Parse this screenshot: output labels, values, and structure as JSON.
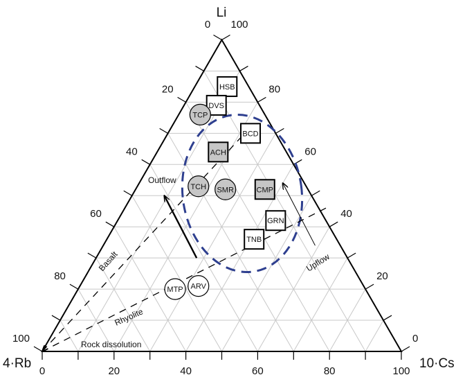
{
  "chart_data": {
    "type": "ternary-scatter",
    "axes": {
      "top": {
        "label": "Li",
        "ticks": [
          "0",
          "20",
          "40",
          "60",
          "80",
          "100"
        ]
      },
      "left": {
        "label": "4·Rb",
        "ticks": [
          "20",
          "40",
          "60",
          "80",
          "100"
        ]
      },
      "right": {
        "label": "10·Cs",
        "ticks": [
          "100",
          "80",
          "60",
          "40",
          "20",
          "0"
        ]
      },
      "bottom_ticks": [
        "0",
        "20",
        "40",
        "60",
        "80",
        "100"
      ]
    },
    "apex_ticks": {
      "left": "0",
      "right": "100"
    },
    "grid": true,
    "grid_step": 10,
    "points": [
      {
        "label": "HSB",
        "li": 85,
        "cs": 9,
        "shape": "square",
        "fill": "#ffffff"
      },
      {
        "label": "DVS",
        "li": 79,
        "cs": 9,
        "shape": "square",
        "fill": "#ffffff"
      },
      {
        "label": "TCP",
        "li": 76,
        "cs": 6,
        "shape": "circle",
        "fill": "#c6c6c6"
      },
      {
        "label": "BCD",
        "li": 70,
        "cs": 23,
        "shape": "square",
        "fill": "#ffffff"
      },
      {
        "label": "ACH",
        "li": 64,
        "cs": 17,
        "shape": "square",
        "fill": "#c6c6c6"
      },
      {
        "label": "TCH",
        "li": 53,
        "cs": 17,
        "shape": "circle",
        "fill": "#c6c6c6"
      },
      {
        "label": "SMR",
        "li": 52,
        "cs": 25,
        "shape": "circle",
        "fill": "#c6c6c6"
      },
      {
        "label": "CMP",
        "li": 52,
        "cs": 36,
        "shape": "square",
        "fill": "#c6c6c6"
      },
      {
        "label": "GRN",
        "li": 42,
        "cs": 44,
        "shape": "square",
        "fill": "#ffffff"
      },
      {
        "label": "TNB",
        "li": 36,
        "cs": 41,
        "shape": "square",
        "fill": "#ffffff"
      },
      {
        "label": "MTP",
        "li": 20,
        "cs": 27,
        "shape": "circle",
        "fill": "#ffffff"
      },
      {
        "label": "ARV",
        "li": 21,
        "cs": 33,
        "shape": "circle",
        "fill": "#ffffff"
      }
    ],
    "trend_lines": [
      {
        "label": "Basalt",
        "from": {
          "li": 72,
          "cs": 22
        },
        "to": {
          "li": 0,
          "cs": 0
        },
        "style": "dashed"
      },
      {
        "label": "Rhyolite",
        "from": {
          "li": 46,
          "cs": 56
        },
        "to": {
          "li": 0,
          "cs": 0
        },
        "style": "dashed"
      }
    ],
    "arrows": [
      {
        "label": "Outflow",
        "from": {
          "li": 30,
          "cs": 28
        },
        "to": {
          "li": 50,
          "cs": 9
        },
        "style": "thick"
      },
      {
        "label": "Upflow",
        "from": {
          "li": 34,
          "cs": 59
        },
        "to": {
          "li": 54,
          "cs": 40
        },
        "style": "thin"
      }
    ],
    "annotations": [
      "Rock dissolution"
    ],
    "ellipse_color": "#2e3f8f"
  }
}
